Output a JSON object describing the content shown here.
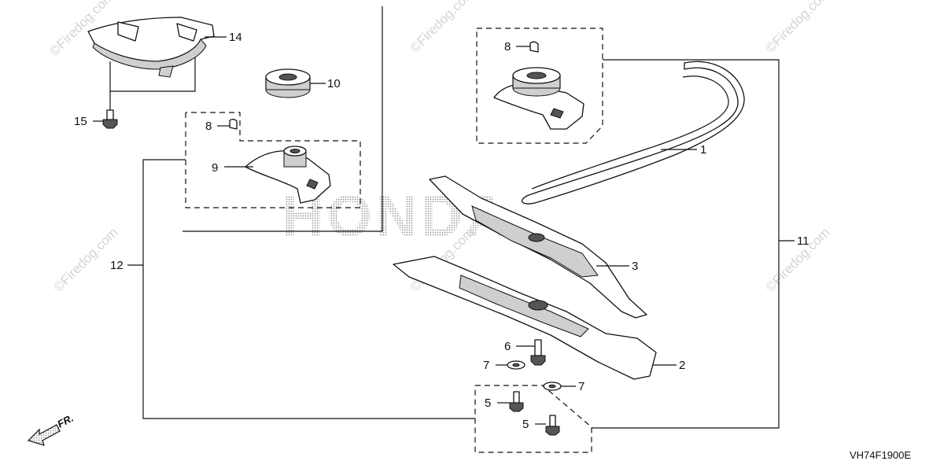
{
  "brand_watermark": "HONDA",
  "copyright_watermark": "©Firedog.com",
  "diagram_code": "VH74F1900E",
  "direction_label": "FR.",
  "callouts": {
    "c1": "1",
    "c2": "2",
    "c3": "3",
    "c5a": "5",
    "c5b": "5",
    "c6": "6",
    "c7a": "7",
    "c7b": "7",
    "c8a": "8",
    "c8b": "8",
    "c9": "9",
    "c10": "10",
    "c11": "11",
    "c12": "12",
    "c14": "14",
    "c15": "15"
  },
  "icons": {
    "front_arrow": "front-direction-arrow-icon"
  },
  "colors": {
    "line": "#111111",
    "watermark": "#d4d4d4"
  }
}
